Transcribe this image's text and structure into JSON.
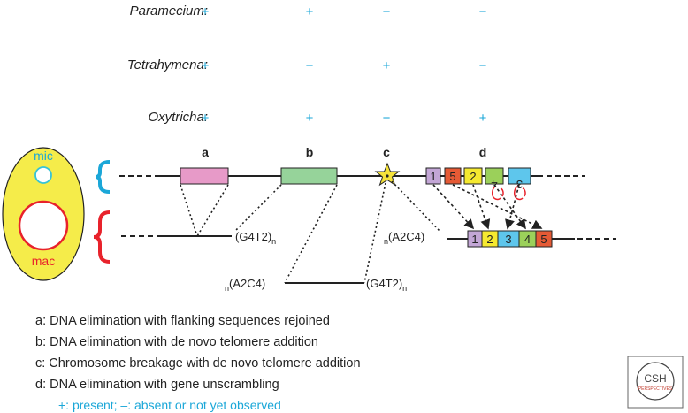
{
  "rows": [
    {
      "species": "Paramecium:",
      "marks": [
        "+",
        "+",
        "−",
        "−"
      ]
    },
    {
      "species": "Tetrahymena:",
      "marks": [
        "+",
        "−",
        "+",
        "−"
      ]
    },
    {
      "species": "Oxytricha:",
      "marks": [
        "+",
        "+",
        "−",
        "+"
      ]
    }
  ],
  "columns": [
    "a",
    "b",
    "c",
    "d"
  ],
  "cell": {
    "mic": "mic",
    "mac": "mac"
  },
  "sequences": {
    "g4t2_base": "(G4T2)",
    "a2c4_base": "(A2C4)",
    "subscript": "n"
  },
  "mic_segments": [
    "1",
    "5",
    "2",
    "4",
    "3"
  ],
  "mac_segments": [
    "1",
    "2",
    "3",
    "4",
    "5"
  ],
  "legend": [
    "a: DNA elimination with flanking sequences rejoined",
    "b: DNA elimination with de novo telomere addition",
    "c: Chromosome breakage with de novo telomere addition",
    "d: DNA elimination with gene unscrambling"
  ],
  "legend_key": "+: present;  –: absent or not yet observed",
  "logo": {
    "main": "CSH",
    "sub": "PERSPECTIVES"
  },
  "colors": {
    "mark": "#1ba7d8",
    "cell_fill": "#f5ec4a",
    "mac_ring": "#e8222b",
    "mic_ring": "#35c3d8",
    "mic_bracket": "#1ba7d8",
    "mac_bracket": "#e8222b",
    "box_a": "#e79ac8",
    "box_b": "#96d39a",
    "star": "#f5e23a",
    "seg1": "#c3a6d6",
    "seg2": "#f5e930",
    "seg3": "#5ec6ec",
    "seg4": "#9bd05a",
    "seg5": "#e55a35",
    "inversion_loop": "#e8222b"
  }
}
